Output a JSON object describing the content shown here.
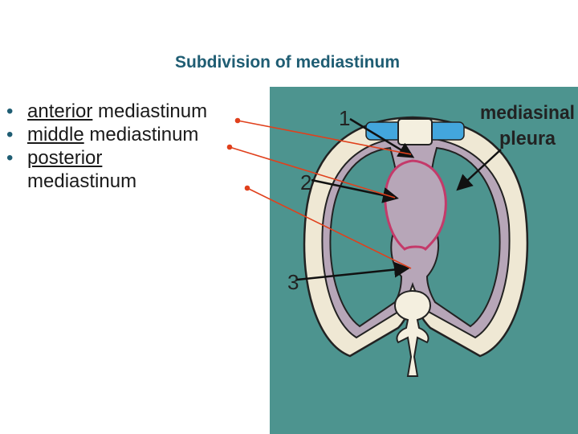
{
  "title": "Subdivision of mediastinum",
  "bullets": [
    {
      "term": "anterior",
      "rest": " mediastinum"
    },
    {
      "term": "middle",
      "rest": " mediastinum"
    },
    {
      "term": "posterior",
      "rest": " mediastinum"
    }
  ],
  "figure": {
    "labels": {
      "one": "1",
      "two": "2",
      "three": "3",
      "pleura_line1": "mediasinal",
      "pleura_line2": "pleura"
    },
    "colors": {
      "background": "#4d948f",
      "bone": "#efe8d4",
      "pericardium": "#c43a6a",
      "pleura": "#b7a6b8",
      "thymus": "#43a6dd",
      "arrow": "#e0401c"
    }
  }
}
